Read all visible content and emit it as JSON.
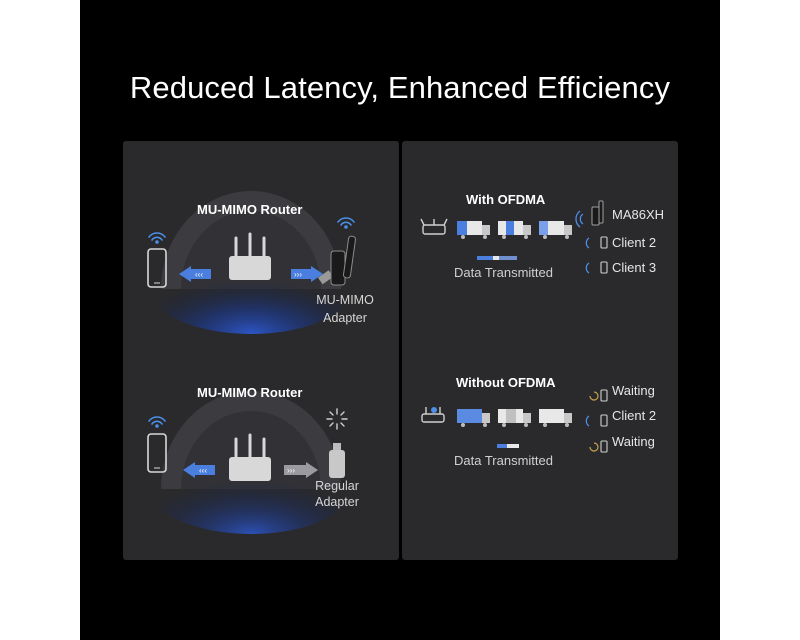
{
  "headline": "Reduced Latency, Enhanced Efficiency",
  "left_panel": {
    "scene_top": {
      "router_label": "MU-MIMO Router",
      "adapter_label_line1": "MU-MIMO",
      "adapter_label_line2": "Adapter"
    },
    "scene_bottom": {
      "router_label": "MU-MIMO Router",
      "adapter_label_line1": "Regular",
      "adapter_label_line2": "Adapter"
    }
  },
  "right_panel": {
    "with_ofdma": {
      "title": "With OFDMA",
      "data_label": "Data Transmitted",
      "clients": [
        "MA86XH",
        "Client 2",
        "Client 3"
      ]
    },
    "without_ofdma": {
      "title": "Without OFDMA",
      "data_label": "Data Transmitted",
      "clients": [
        "Waiting",
        "Client 2",
        "Waiting"
      ]
    }
  },
  "colors": {
    "background": "#000000",
    "panel": "#2a2a2c",
    "accent_blue": "#4a7fe0",
    "glow_blue": "#1f3f9a",
    "arc_gray": "#4a4a4e"
  }
}
